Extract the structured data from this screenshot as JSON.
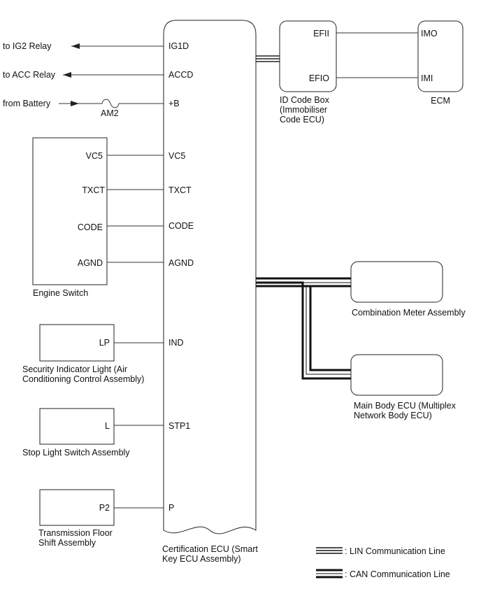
{
  "colors": {
    "line": "#333333",
    "text": "#111111",
    "background": "#ffffff"
  },
  "left_wires": {
    "ig2": {
      "label": "to IG2 Relay",
      "pin": "IG1D"
    },
    "acc": {
      "label": "to ACC Relay",
      "pin": "ACCD"
    },
    "battery": {
      "label": "from Battery",
      "fuse": "AM2",
      "pin": "+B"
    }
  },
  "engine_switch": {
    "name": "Engine Switch",
    "pins": [
      {
        "own": "VC5",
        "ecu": "VC5"
      },
      {
        "own": "TXCT",
        "ecu": "TXCT"
      },
      {
        "own": "CODE",
        "ecu": "CODE"
      },
      {
        "own": "AGND",
        "ecu": "AGND"
      }
    ]
  },
  "security_light": {
    "name_lines": [
      "Security Indicator Light (Air",
      "Conditioning Control Assembly)"
    ],
    "pin": "LP",
    "ecu_pin": "IND"
  },
  "stop_light": {
    "name": "Stop Light Switch Assembly",
    "pin": "L",
    "ecu_pin": "STP1"
  },
  "transmission": {
    "name_lines": [
      "Transmission Floor",
      "Shift Assembly"
    ],
    "pin": "P2",
    "ecu_pin": "P"
  },
  "certification_ecu": {
    "name_lines": [
      "Certification ECU (Smart",
      "Key ECU Assembly)"
    ]
  },
  "id_code_box": {
    "name_lines": [
      "ID Code Box",
      "(Immobiliser",
      "Code ECU)"
    ],
    "pins": [
      "EFII",
      "EFIO"
    ]
  },
  "ecm": {
    "name": "ECM",
    "pins": [
      "IMO",
      "IMI"
    ]
  },
  "combination_meter": {
    "name": "Combination Meter Assembly"
  },
  "main_body_ecu": {
    "name_lines": [
      "Main Body ECU (Multiplex",
      "Network Body ECU)"
    ]
  },
  "legend": {
    "lin": ": LIN Communication Line",
    "can": ": CAN Communication Line"
  }
}
